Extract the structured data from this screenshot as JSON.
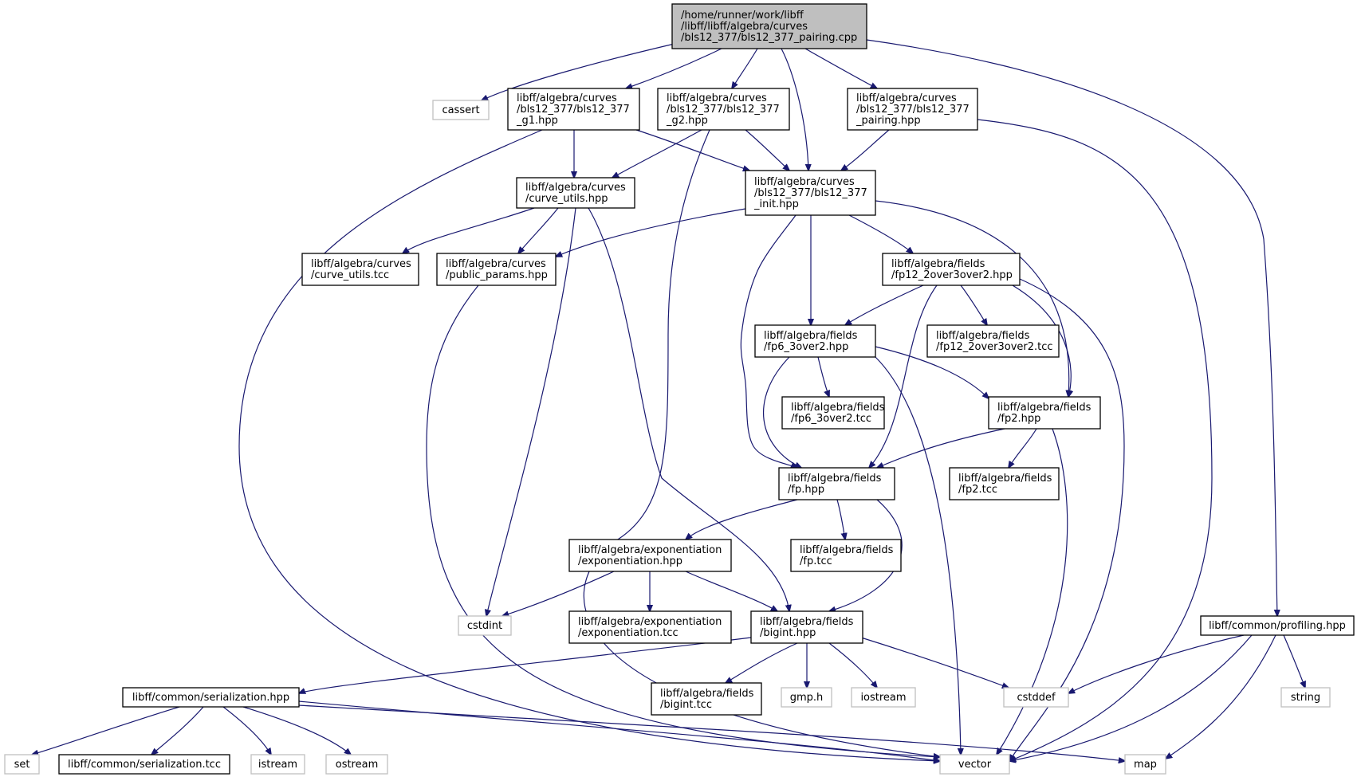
{
  "nodes": [
    {
      "id": "root",
      "kind": "root",
      "lines": [
        "/home/runner/work/libff",
        "/libff/libff/algebra/curves",
        "/bls12_377/bls12_377_pairing.cpp"
      ]
    },
    {
      "id": "cassert",
      "kind": "ext",
      "lines": [
        "cassert"
      ]
    },
    {
      "id": "g1",
      "kind": "int",
      "lines": [
        "libff/algebra/curves",
        "/bls12_377/bls12_377",
        "_g1.hpp"
      ]
    },
    {
      "id": "g2",
      "kind": "int",
      "lines": [
        "libff/algebra/curves",
        "/bls12_377/bls12_377",
        "_g2.hpp"
      ]
    },
    {
      "id": "pairing",
      "kind": "int",
      "lines": [
        "libff/algebra/curves",
        "/bls12_377/bls12_377",
        "_pairing.hpp"
      ]
    },
    {
      "id": "profiling",
      "kind": "int",
      "lines": [
        "libff/common/profiling.hpp"
      ]
    },
    {
      "id": "curve_utils_hpp",
      "kind": "int",
      "lines": [
        "libff/algebra/curves",
        "/curve_utils.hpp"
      ]
    },
    {
      "id": "init",
      "kind": "int",
      "lines": [
        "libff/algebra/curves",
        "/bls12_377/bls12_377",
        "_init.hpp"
      ]
    },
    {
      "id": "curve_utils_tcc",
      "kind": "int",
      "lines": [
        "libff/algebra/curves",
        "/curve_utils.tcc"
      ]
    },
    {
      "id": "public_params",
      "kind": "int",
      "lines": [
        "libff/algebra/curves",
        "/public_params.hpp"
      ]
    },
    {
      "id": "fp12_hpp",
      "kind": "int",
      "lines": [
        "libff/algebra/fields",
        "/fp12_2over3over2.hpp"
      ]
    },
    {
      "id": "fp6_hpp",
      "kind": "int",
      "lines": [
        "libff/algebra/fields",
        "/fp6_3over2.hpp"
      ]
    },
    {
      "id": "fp12_tcc",
      "kind": "int",
      "lines": [
        "libff/algebra/fields",
        "/fp12_2over3over2.tcc"
      ]
    },
    {
      "id": "fp6_tcc",
      "kind": "int",
      "lines": [
        "libff/algebra/fields",
        "/fp6_3over2.tcc"
      ]
    },
    {
      "id": "fp2_hpp",
      "kind": "int",
      "lines": [
        "libff/algebra/fields",
        "/fp2.hpp"
      ]
    },
    {
      "id": "fp_hpp",
      "kind": "int",
      "lines": [
        "libff/algebra/fields",
        "/fp.hpp"
      ]
    },
    {
      "id": "fp2_tcc",
      "kind": "int",
      "lines": [
        "libff/algebra/fields",
        "/fp2.tcc"
      ]
    },
    {
      "id": "exp_hpp",
      "kind": "int",
      "lines": [
        "libff/algebra/exponentiation",
        "/exponentiation.hpp"
      ]
    },
    {
      "id": "fp_tcc",
      "kind": "int",
      "lines": [
        "libff/algebra/fields",
        "/fp.tcc"
      ]
    },
    {
      "id": "cstdint",
      "kind": "ext",
      "lines": [
        "cstdint"
      ]
    },
    {
      "id": "exp_tcc",
      "kind": "int",
      "lines": [
        "libff/algebra/exponentiation",
        "/exponentiation.tcc"
      ]
    },
    {
      "id": "bigint_hpp",
      "kind": "int",
      "lines": [
        "libff/algebra/fields",
        "/bigint.hpp"
      ]
    },
    {
      "id": "serialization_hpp",
      "kind": "int",
      "lines": [
        "libff/common/serialization.hpp"
      ]
    },
    {
      "id": "bigint_tcc",
      "kind": "int",
      "lines": [
        "libff/algebra/fields",
        "/bigint.tcc"
      ]
    },
    {
      "id": "gmp",
      "kind": "ext",
      "lines": [
        "gmp.h"
      ]
    },
    {
      "id": "iostream",
      "kind": "ext",
      "lines": [
        "iostream"
      ]
    },
    {
      "id": "cstddef",
      "kind": "ext",
      "lines": [
        "cstddef"
      ]
    },
    {
      "id": "string",
      "kind": "ext",
      "lines": [
        "string"
      ]
    },
    {
      "id": "set",
      "kind": "ext",
      "lines": [
        "set"
      ]
    },
    {
      "id": "serialization_tcc",
      "kind": "int",
      "lines": [
        "libff/common/serialization.tcc"
      ]
    },
    {
      "id": "istream",
      "kind": "ext",
      "lines": [
        "istream"
      ]
    },
    {
      "id": "ostream",
      "kind": "ext",
      "lines": [
        "ostream"
      ]
    },
    {
      "id": "vector",
      "kind": "ext",
      "lines": [
        "vector"
      ]
    },
    {
      "id": "map",
      "kind": "ext",
      "lines": [
        "map"
      ]
    }
  ],
  "edges": [
    {
      "from": "root",
      "to": "cassert"
    },
    {
      "from": "root",
      "to": "g1"
    },
    {
      "from": "root",
      "to": "g2"
    },
    {
      "from": "root",
      "to": "init"
    },
    {
      "from": "root",
      "to": "pairing"
    },
    {
      "from": "root",
      "to": "profiling"
    },
    {
      "from": "g1",
      "to": "curve_utils_hpp"
    },
    {
      "from": "g1",
      "to": "init"
    },
    {
      "from": "g1",
      "to": "vector"
    },
    {
      "from": "g2",
      "to": "curve_utils_hpp"
    },
    {
      "from": "g2",
      "to": "init"
    },
    {
      "from": "g2",
      "to": "vector"
    },
    {
      "from": "pairing",
      "to": "init"
    },
    {
      "from": "pairing",
      "to": "vector"
    },
    {
      "from": "curve_utils_hpp",
      "to": "curve_utils_tcc"
    },
    {
      "from": "curve_utils_hpp",
      "to": "public_params"
    },
    {
      "from": "curve_utils_hpp",
      "to": "cstdint"
    },
    {
      "from": "curve_utils_hpp",
      "to": "bigint_hpp"
    },
    {
      "from": "init",
      "to": "public_params"
    },
    {
      "from": "init",
      "to": "fp12_hpp"
    },
    {
      "from": "init",
      "to": "fp6_hpp"
    },
    {
      "from": "init",
      "to": "fp_hpp"
    },
    {
      "from": "init",
      "to": "fp2_hpp"
    },
    {
      "from": "public_params",
      "to": "vector"
    },
    {
      "from": "fp12_hpp",
      "to": "fp6_hpp"
    },
    {
      "from": "fp12_hpp",
      "to": "fp12_tcc"
    },
    {
      "from": "fp12_hpp",
      "to": "fp2_hpp"
    },
    {
      "from": "fp12_hpp",
      "to": "fp_hpp"
    },
    {
      "from": "fp12_hpp",
      "to": "vector"
    },
    {
      "from": "fp6_hpp",
      "to": "fp6_tcc"
    },
    {
      "from": "fp6_hpp",
      "to": "fp2_hpp"
    },
    {
      "from": "fp6_hpp",
      "to": "fp_hpp"
    },
    {
      "from": "fp6_hpp",
      "to": "vector"
    },
    {
      "from": "fp2_hpp",
      "to": "fp_hpp"
    },
    {
      "from": "fp2_hpp",
      "to": "fp2_tcc"
    },
    {
      "from": "fp2_hpp",
      "to": "vector"
    },
    {
      "from": "fp_hpp",
      "to": "exp_hpp"
    },
    {
      "from": "fp_hpp",
      "to": "fp_tcc"
    },
    {
      "from": "fp_hpp",
      "to": "bigint_hpp"
    },
    {
      "from": "exp_hpp",
      "to": "cstdint"
    },
    {
      "from": "exp_hpp",
      "to": "exp_tcc"
    },
    {
      "from": "exp_hpp",
      "to": "bigint_hpp"
    },
    {
      "from": "bigint_hpp",
      "to": "serialization_hpp"
    },
    {
      "from": "bigint_hpp",
      "to": "bigint_tcc"
    },
    {
      "from": "bigint_hpp",
      "to": "gmp"
    },
    {
      "from": "bigint_hpp",
      "to": "iostream"
    },
    {
      "from": "bigint_hpp",
      "to": "cstddef"
    },
    {
      "from": "profiling",
      "to": "cstddef"
    },
    {
      "from": "profiling",
      "to": "string"
    },
    {
      "from": "profiling",
      "to": "vector"
    },
    {
      "from": "profiling",
      "to": "map"
    },
    {
      "from": "serialization_hpp",
      "to": "set"
    },
    {
      "from": "serialization_hpp",
      "to": "serialization_tcc"
    },
    {
      "from": "serialization_hpp",
      "to": "istream"
    },
    {
      "from": "serialization_hpp",
      "to": "ostream"
    },
    {
      "from": "serialization_hpp",
      "to": "vector"
    },
    {
      "from": "serialization_hpp",
      "to": "map"
    }
  ]
}
